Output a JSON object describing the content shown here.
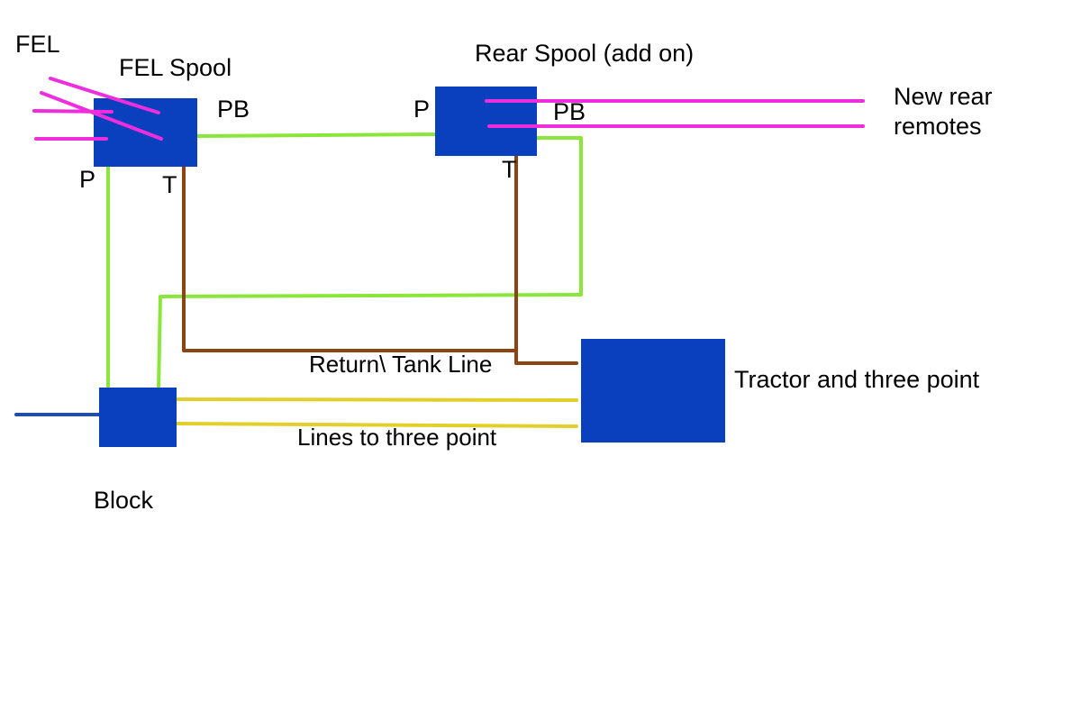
{
  "colors": {
    "component": "#0a3fbd",
    "pressure_line": "#8ae63a",
    "return_line": "#8b4513",
    "three_point_lines": "#e3cf2a",
    "remote_lines": "#ee2ddc",
    "supply_line": "#1f4fa8",
    "text": "#000000",
    "background": "#ffffff"
  },
  "components": {
    "fel_spool": "FEL Spool",
    "rear_spool": "Rear Spool (add on)",
    "block": "Block",
    "tractor": "Tractor and three point"
  },
  "labels": {
    "fel": "FEL",
    "fel_pb": "PB",
    "fel_p": "P",
    "fel_t": "T",
    "rear_p": "P",
    "rear_pb": "PB",
    "rear_t": "T",
    "new_rear_line1": "New rear",
    "new_rear_line2": "remotes",
    "return_line": "Return\\ Tank Line",
    "three_point_lines": "Lines to three point"
  }
}
